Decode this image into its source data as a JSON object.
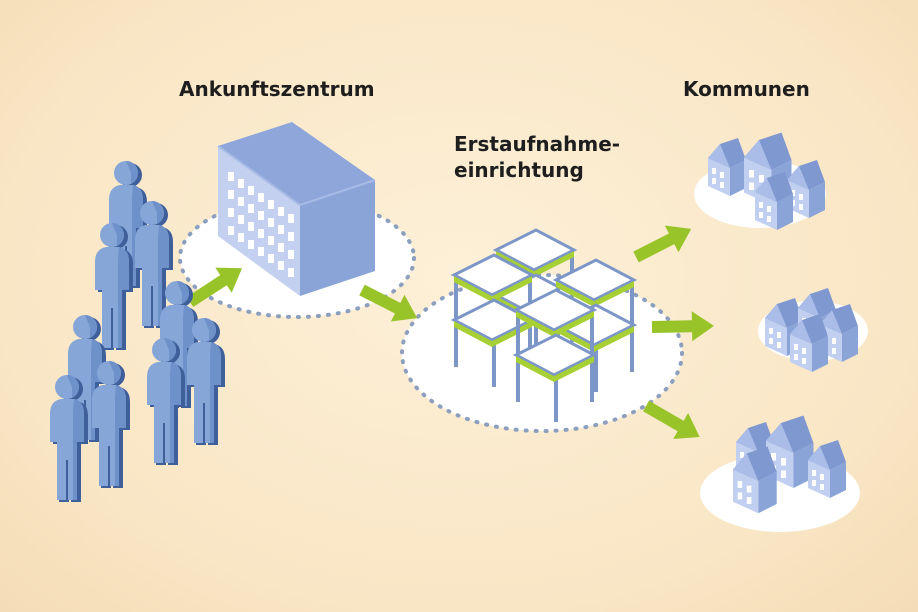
{
  "labels": {
    "arrival_center": "Ankunftszentrum",
    "initial_reception_line1": "Erstaufnahme-",
    "initial_reception_line2": "einrichtung",
    "communes": "Kommunen"
  },
  "colors": {
    "background": "#f9e6c5",
    "platform": "#ffffff",
    "dotted_ring": "#8c9fbe",
    "person_light": "#86a6d8",
    "person_mid": "#6f91c9",
    "person_dark": "#3f5f9a",
    "building_front": "#c1cff0",
    "building_side": "#8aa4d8",
    "building_top": "#7f98d0",
    "window": "#ffffff",
    "arrow": "#98c42a",
    "bed_frame": "#7d96c8",
    "bed_mattress": "#a6d033"
  },
  "icons": [
    "people-group-icon",
    "office-building-icon",
    "bunk-beds-icon",
    "houses-icon"
  ]
}
